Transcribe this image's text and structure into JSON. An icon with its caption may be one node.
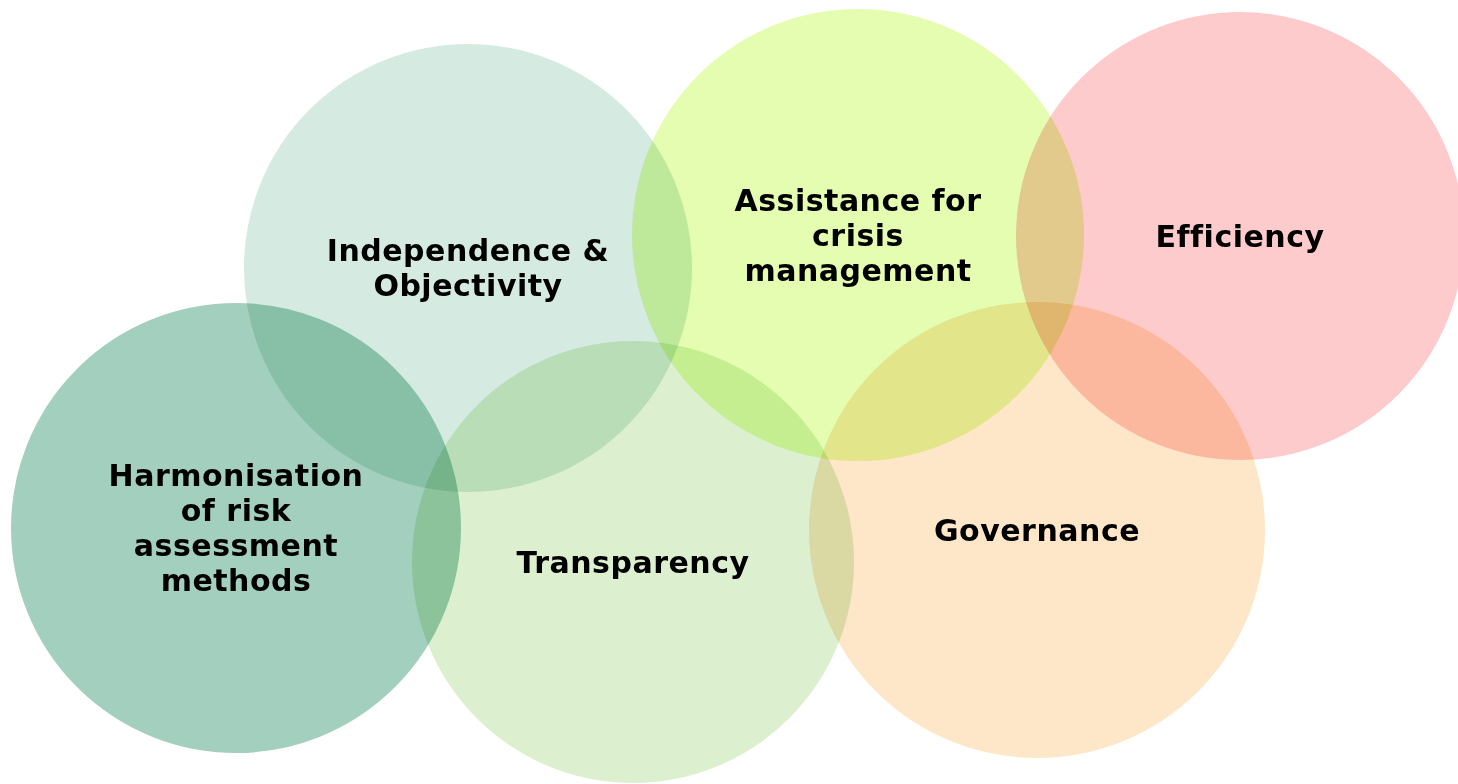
{
  "diagram": {
    "nodes": [
      {
        "text": [
          "Independence & Objectivity"
        ]
      },
      {
        "text": [
          "Assistance for crisis management"
        ]
      },
      {
        "text": [
          "Efficiency"
        ]
      },
      {
        "text": [
          "Harmonisation of risk assessment methods"
        ]
      },
      {
        "text": [
          "Transparency"
        ]
      },
      {
        "text": [
          "Governance"
        ]
      }
    ]
  }
}
